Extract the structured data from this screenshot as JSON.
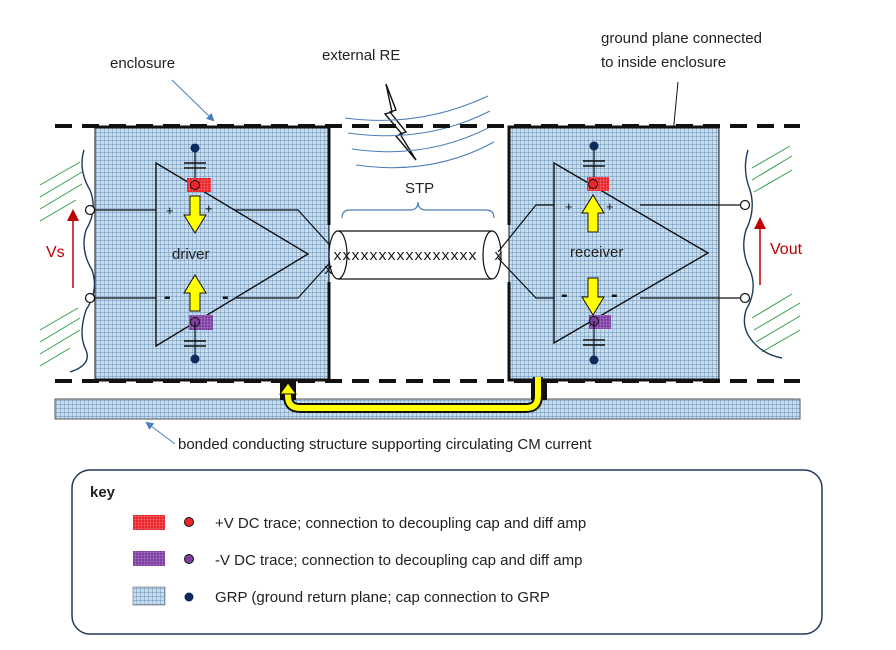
{
  "labels": {
    "enclosure": "enclosure",
    "external_re": "external RE",
    "ground_plane_line1": "ground plane connected",
    "ground_plane_line2": "to inside enclosure",
    "stp": "STP",
    "cable_xs": "xxxxxxxxxxxxxxxx",
    "cable_x_left": "x",
    "cable_x_right": "x",
    "driver": "driver",
    "receiver": "receiver",
    "vs": "Vs",
    "vout": "Vout",
    "plus": "+",
    "minus": "-",
    "bonded_structure": "bonded conducting structure supporting circulating CM current"
  },
  "key": {
    "title": "key",
    "items": [
      {
        "text": "+V DC trace; connection to decoupling cap and diff amp"
      },
      {
        "text": "-V DC trace; connection to decoupling cap and diff amp"
      },
      {
        "text": "GRP (ground return plane; cap connection to GRP"
      }
    ]
  },
  "colors": {
    "grp_fill": "#c7dcec",
    "grp_grid": "#4c78a8",
    "pos_trace": "#e8262c",
    "neg_trace": "#7e3fa0",
    "ground_dot": "#0d2a5c",
    "arrow_yellow": "#ffff00",
    "red_signal": "#c00000",
    "hatch_green": "#2e9e4a",
    "leader_blue": "#4a7ebb"
  }
}
